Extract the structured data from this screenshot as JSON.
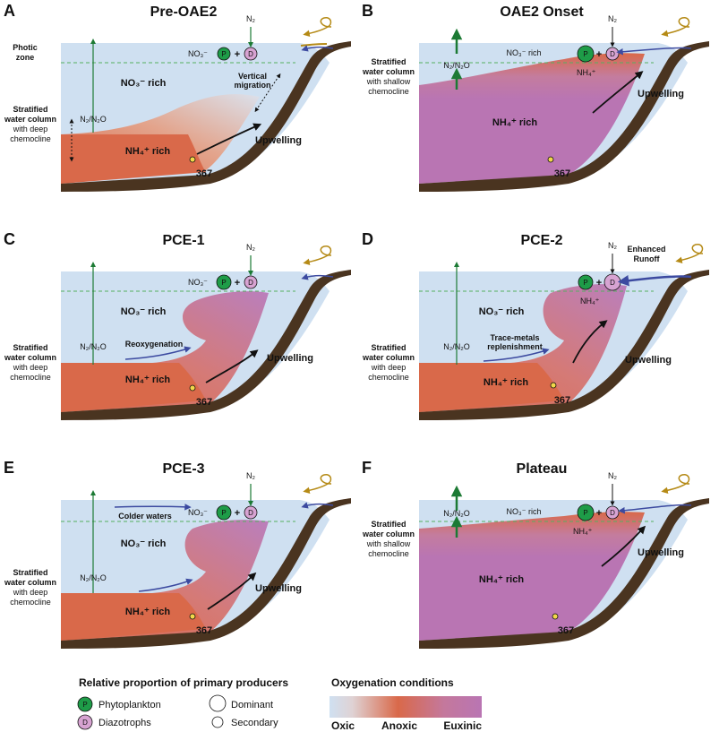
{
  "panels": [
    {
      "letter": "A",
      "title": "Pre-OAE2",
      "label_no3": "NO₃⁻ rich",
      "label_nh4": "NH₄⁺ rich",
      "label_strat1": "Stratified",
      "label_strat2": "water column",
      "label_strat3": "with deep",
      "label_strat4": "chemocline",
      "label_n2n2o": "N₂/N₂O",
      "label_upwelling": "Upwelling",
      "label_site": "367",
      "label_no3_surface": "NO₃⁻",
      "label_n2": "N₂",
      "label_photic1": "Photic",
      "label_photic2": "zone",
      "label_vert1": "Vertical",
      "label_vert2": "migration",
      "circle_p": "P",
      "circle_d": "D",
      "plus": "+"
    },
    {
      "letter": "B",
      "title": "OAE2 Onset",
      "label_no3": "NO₃⁻ rich",
      "label_nh4": "NH₄⁺ rich",
      "label_strat1": "Stratified",
      "label_strat2": "water column",
      "label_strat3": "with shallow",
      "label_strat4": "chemocline",
      "label_n2n2o": "N₂/N₂O",
      "label_upwelling": "Upwelling",
      "label_site": "367",
      "label_n2": "N₂",
      "label_nh4_small": "NH₄⁺",
      "circle_p": "P",
      "circle_d": "D",
      "plus": "+"
    },
    {
      "letter": "C",
      "title": "PCE-1",
      "label_no3": "NO₃⁻ rich",
      "label_nh4": "NH₄⁺ rich",
      "label_strat1": "Stratified",
      "label_strat2": "water column",
      "label_strat3": "with deep",
      "label_strat4": "chemocline",
      "label_n2n2o": "N₂/N₂O",
      "label_upwelling": "Upwelling",
      "label_site": "367",
      "label_no3_surface": "NO₃⁻",
      "label_n2": "N₂",
      "label_reox": "Reoxygenation",
      "circle_p": "P",
      "circle_d": "D",
      "plus": "+"
    },
    {
      "letter": "D",
      "title": "PCE-2",
      "label_no3": "NO₃⁻ rich",
      "label_nh4": "NH₄⁺ rich",
      "label_strat1": "Stratified",
      "label_strat2": "water column",
      "label_strat3": "with deep",
      "label_strat4": "chemocline",
      "label_n2n2o": "N₂/N₂O",
      "label_upwelling": "Upwelling",
      "label_site": "367",
      "label_n2": "N₂",
      "label_nh4_small": "NH₄⁺",
      "label_runoff1": "Enhanced",
      "label_runoff2": "Runoff",
      "label_trace1": "Trace-metals",
      "label_trace2": "replenishment",
      "circle_p": "P",
      "circle_d": "D",
      "plus": "+"
    },
    {
      "letter": "E",
      "title": "PCE-3",
      "label_no3": "NO₃⁻ rich",
      "label_nh4": "NH₄⁺ rich",
      "label_strat1": "Stratified",
      "label_strat2": "water column",
      "label_strat3": "with deep",
      "label_strat4": "chemocline",
      "label_n2n2o": "N₂/N₂O",
      "label_upwelling": "Upwelling",
      "label_site": "367",
      "label_no3_surface": "NO₃⁻",
      "label_n2": "N₂",
      "label_colder": "Colder waters",
      "circle_p": "P",
      "circle_d": "D",
      "plus": "+"
    },
    {
      "letter": "F",
      "title": "Plateau",
      "label_no3": "NO₃⁻ rich",
      "label_nh4": "NH₄⁺ rich",
      "label_strat1": "Stratified",
      "label_strat2": "water column",
      "label_strat3": "with shallow",
      "label_strat4": "chemocline",
      "label_n2n2o": "N₂/N₂O",
      "label_upwelling": "Upwelling",
      "label_site": "367",
      "label_n2": "N₂",
      "label_nh4_small": "NH₄⁺",
      "circle_p": "P",
      "circle_d": "D",
      "plus": "+"
    }
  ],
  "legend": {
    "producers_title": "Relative proportion of primary producers",
    "phyto": "Phytoplankton",
    "diazo": "Diazotrophs",
    "dominant": "Dominant",
    "secondary": "Secondary",
    "p": "P",
    "d": "D",
    "oxy_title": "Oxygenation conditions",
    "oxic": "Oxic",
    "anoxic": "Anoxic",
    "euxinic": "Euxinic"
  },
  "colors": {
    "oxic": "#cfe0f1",
    "anoxic": "#d9694a",
    "euxinic": "#b975b3",
    "sediment": "#4a3420",
    "phyto": "#1e9c48",
    "diazo": "#d7a3d2",
    "arrow_blue": "#3c4aa0",
    "arrow_green": "#1c7a34",
    "photic_line": "#55b060",
    "runoff": "#b58a16"
  }
}
